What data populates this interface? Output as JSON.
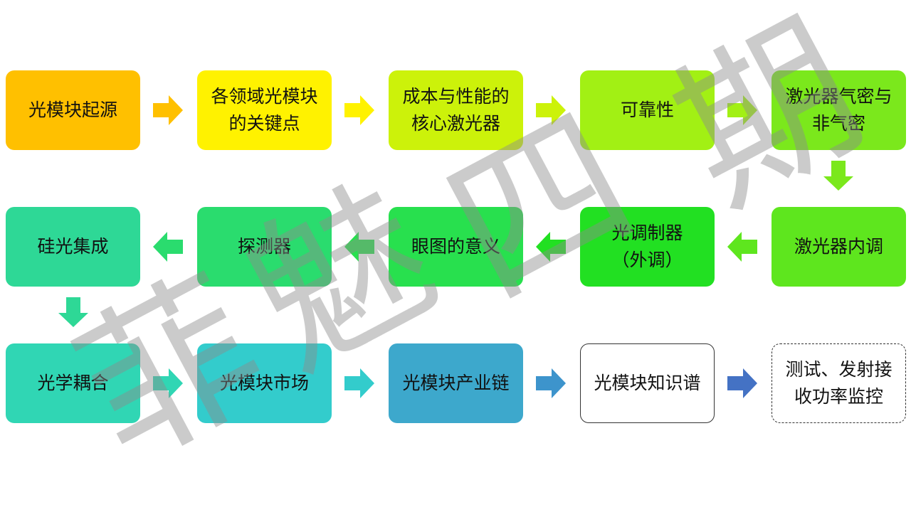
{
  "nodes": [
    {
      "label": "光模块起源",
      "color": "#FFC000"
    },
    {
      "label": "各领域光模块的关键点",
      "color": "#FFF200"
    },
    {
      "label": "成本与性能的核心激光器",
      "color": "#CCF20A"
    },
    {
      "label": "可靠性",
      "color": "#A2F014"
    },
    {
      "label": "激光器气密与非气密",
      "color": "#7BE81C"
    },
    {
      "label": "激光器内调",
      "color": "#5EE61E"
    },
    {
      "label": "光调制器（外调）",
      "color": "#22E022"
    },
    {
      "label": "眼图的意义",
      "color": "#28E04E"
    },
    {
      "label": "探测器",
      "color": "#2ADC6E"
    },
    {
      "label": "硅光集成",
      "color": "#2ED896"
    },
    {
      "label": "光学耦合",
      "color": "#30D6B4"
    },
    {
      "label": "光模块市场",
      "color": "#33CCCC"
    },
    {
      "label": "光模块产业链",
      "color": "#3DA8CC"
    },
    {
      "label": "光模块知识谱",
      "color": "#FFFFFF"
    },
    {
      "label": "测试、发射接收功率监控",
      "color": "#FFFFFF"
    }
  ],
  "arrow_colors": [
    "#FFC000",
    "#FFF200",
    "#CCF20A",
    "#A2F014",
    "#7BE81C",
    "#5EE61E",
    "#22E022",
    "#28E04E",
    "#2ADC6E",
    "#2ED896",
    "#30D6B4",
    "#33CCCC",
    "#3D94CC",
    "#4472C4"
  ],
  "watermark": "菲魅四期"
}
